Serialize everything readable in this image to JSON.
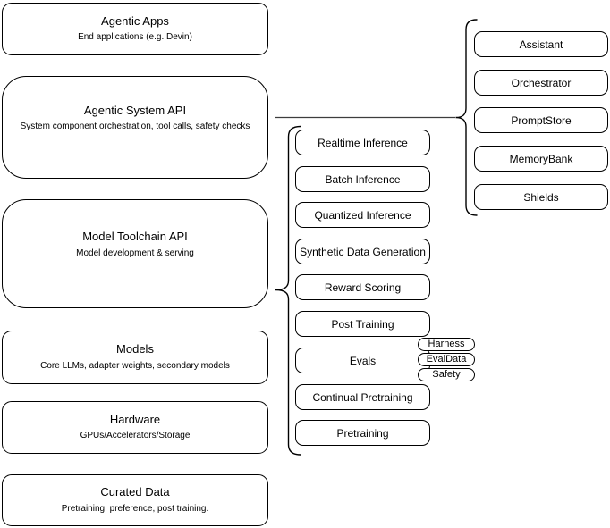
{
  "colors": {
    "stroke": "#000000",
    "fill": "#ffffff",
    "text": "#000000"
  },
  "stack": [
    {
      "title": "Agentic Apps",
      "subtitle": "End applications (e.g. Devin)"
    },
    {
      "title": "Agentic System API",
      "subtitle": "System component orchestration, tool calls, safety checks"
    },
    {
      "title": "Model Toolchain API",
      "subtitle": "Model development & serving"
    },
    {
      "title": "Models",
      "subtitle": "Core LLMs, adapter weights, secondary models"
    },
    {
      "title": "Hardware",
      "subtitle": "GPUs/Accelerators/Storage"
    },
    {
      "title": "Curated Data",
      "subtitle": "Pretraining, preference, post training."
    }
  ],
  "toolchain": {
    "items": [
      "Realtime Inference",
      "Batch Inference",
      "Quantized Inference",
      "Synthetic Data Generation",
      "Reward Scoring",
      "Post Training",
      "Evals",
      "Continual Pretraining",
      "Pretraining"
    ]
  },
  "eval_pills": [
    "Harness",
    "EvalData",
    "Safety"
  ],
  "system_components": [
    "Assistant",
    "Orchestrator",
    "PromptStore",
    "MemoryBank",
    "Shields"
  ]
}
